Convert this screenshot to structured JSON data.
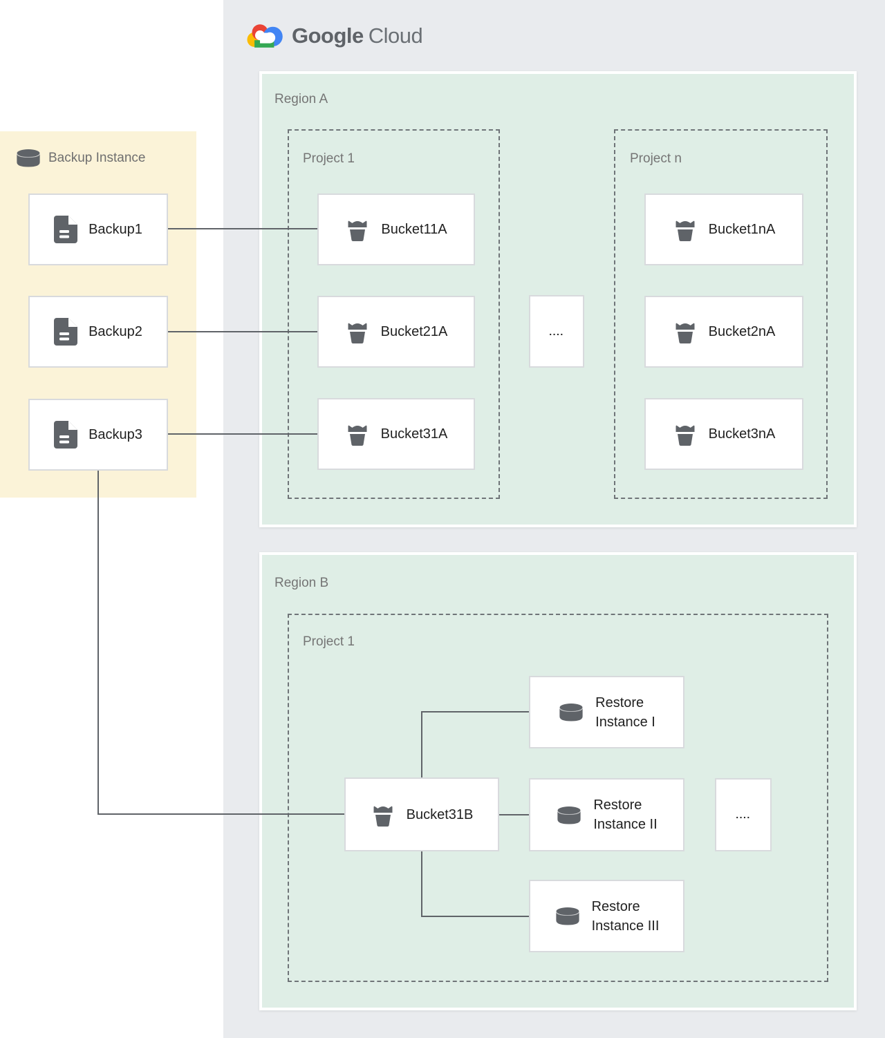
{
  "logo": {
    "part1": "Google",
    "part2": "Cloud"
  },
  "colors": {
    "brand_blue": "#4285F4",
    "brand_red": "#EA4335",
    "brand_yellow": "#FBBC05",
    "brand_green": "#34A853",
    "panel_gray": "#e9ebee",
    "region_green": "#dfeee6",
    "backup_yellow": "#fbf3d8",
    "connector_gray": "#5f6368"
  },
  "backup_panel": {
    "title": "Backup Instance",
    "items": [
      "Backup1",
      "Backup2",
      "Backup3"
    ]
  },
  "region_a": {
    "label": "Region A",
    "ellipsis": "....",
    "projects": [
      {
        "label": "Project 1",
        "buckets": [
          "Bucket11A",
          "Bucket21A",
          "Bucket31A"
        ]
      },
      {
        "label": "Project n",
        "buckets": [
          "Bucket1nA",
          "Bucket2nA",
          "Bucket3nA"
        ]
      }
    ]
  },
  "region_b": {
    "label": "Region B",
    "project": {
      "label": "Project 1",
      "bucket": "Bucket31B",
      "ellipsis": "....",
      "restores": [
        "Restore\nInstance I",
        "Restore\nInstance II",
        "Restore\nInstance III"
      ]
    }
  }
}
